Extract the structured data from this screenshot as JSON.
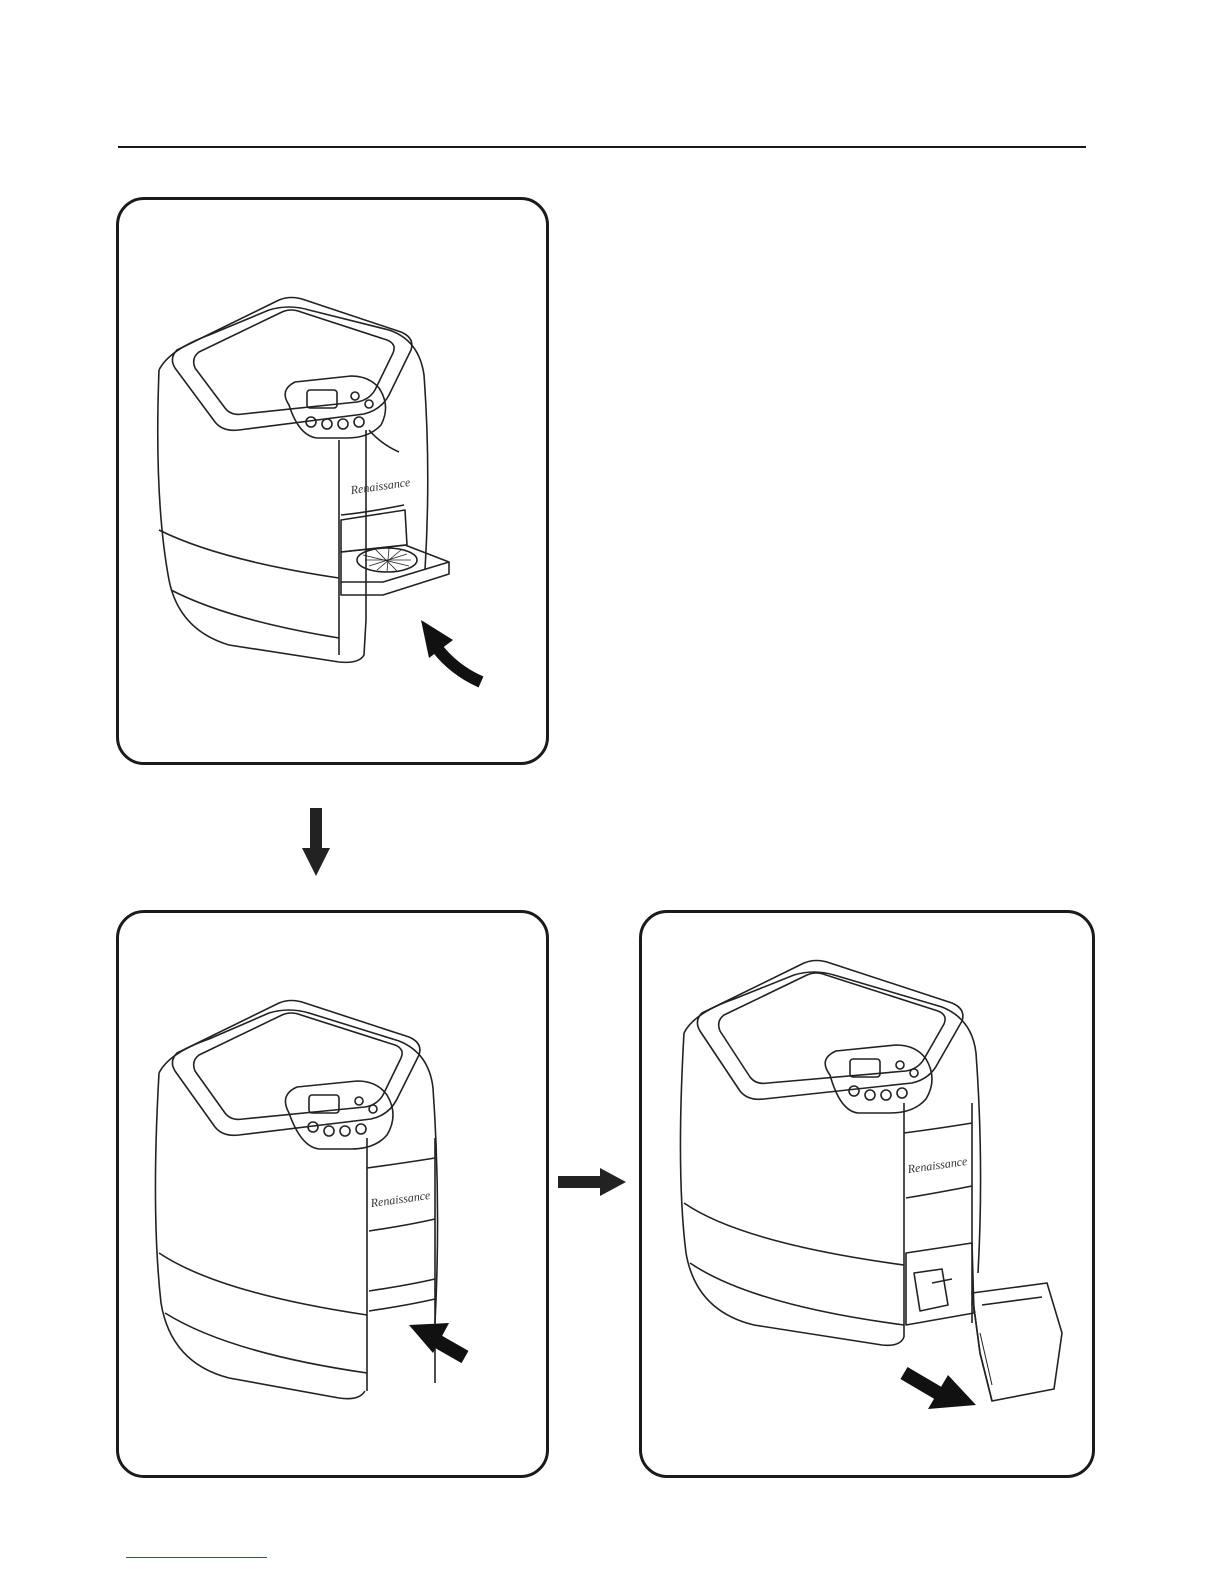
{
  "brand": "Renaissance",
  "panels": [
    {
      "id": "step-1",
      "action": "push-drip-tray-in"
    },
    {
      "id": "step-2",
      "action": "push-lower-drawer"
    },
    {
      "id": "step-3",
      "action": "pull-out-container"
    }
  ],
  "colors": {
    "line": "#1a1a1a",
    "link": "#3344cc"
  }
}
